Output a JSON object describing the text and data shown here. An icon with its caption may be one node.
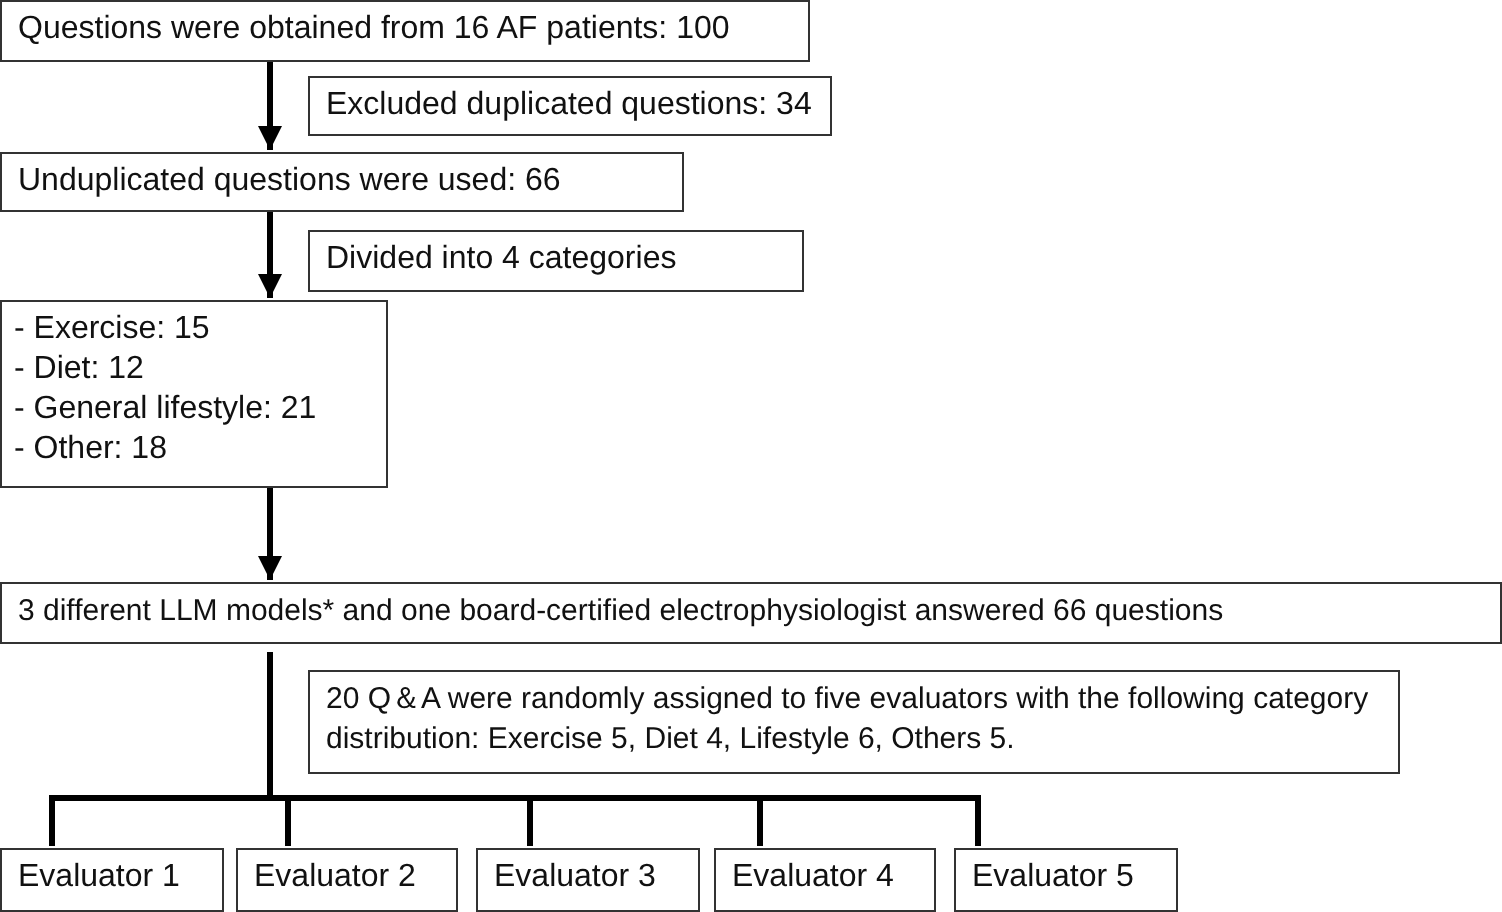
{
  "diagram": {
    "nodes": [
      {
        "text": [
          "Questions were obtained from 16 AF patients: 100"
        ]
      },
      {
        "text": [
          "Excluded duplicated questions: 34"
        ]
      },
      {
        "text": [
          "Unduplicated questions were used: 66"
        ]
      },
      {
        "text": [
          "Divided into 4 categories"
        ]
      },
      {
        "text": [
          "- Exercise: 15",
          "- Diet: 12",
          "- General lifestyle: 21",
          "- Other: 18"
        ]
      },
      {
        "text": [
          "3 different LLM models* and one board-certified electrophysiologist answered 66 questions"
        ]
      },
      {
        "text": [
          "20 Q＆A were randomly assigned to five evaluators with the following category distribution: Exercise 5, Diet 4, Lifestyle 6, Others 5."
        ]
      },
      {
        "text": [
          "Evaluator 1"
        ]
      },
      {
        "text": [
          "Evaluator 2"
        ]
      },
      {
        "text": [
          "Evaluator 3"
        ]
      },
      {
        "text": [
          "Evaluator 4"
        ]
      },
      {
        "text": [
          "Evaluator 5"
        ]
      }
    ],
    "edges": [
      {
        "from": 0,
        "to": 2,
        "arrow": "to"
      },
      {
        "from": 2,
        "to": 4,
        "arrow": "to"
      },
      {
        "from": 4,
        "to": 5,
        "arrow": "to"
      },
      {
        "from": 5,
        "to": 7,
        "arrow": "none"
      },
      {
        "from": 5,
        "to": 8,
        "arrow": "none"
      },
      {
        "from": 5,
        "to": 9,
        "arrow": "none"
      },
      {
        "from": 5,
        "to": 10,
        "arrow": "none"
      },
      {
        "from": 5,
        "to": 11,
        "arrow": "none"
      }
    ]
  }
}
